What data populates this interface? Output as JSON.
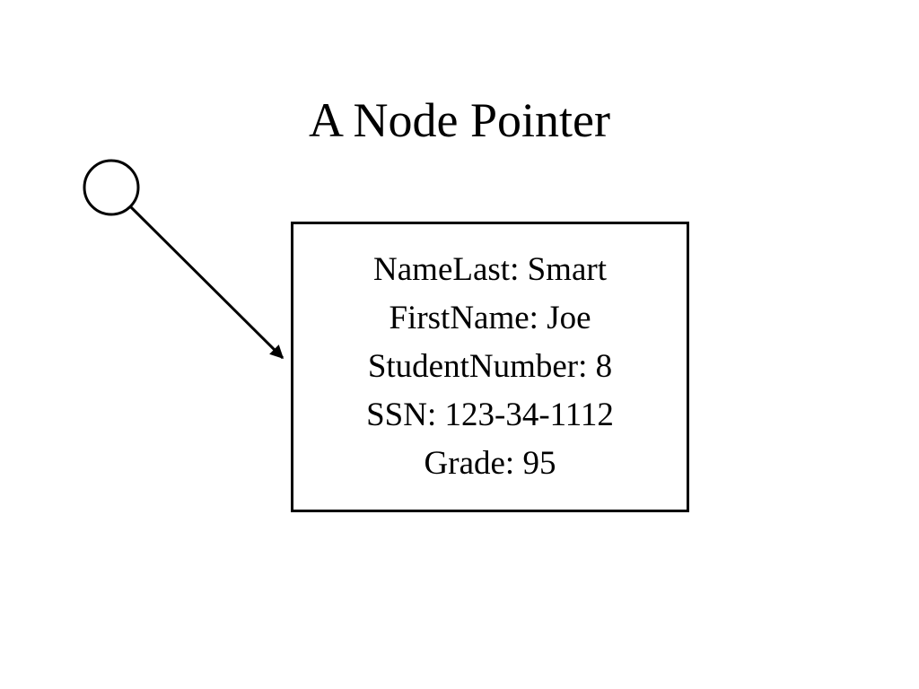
{
  "title": "A Node Pointer",
  "node": {
    "fields": [
      "NameLast: Smart",
      "FirstName: Joe",
      "StudentNumber: 8",
      "SSN: 123-34-1112",
      "Grade: 95"
    ]
  },
  "colors": {
    "stroke": "#000000",
    "background": "#ffffff"
  }
}
